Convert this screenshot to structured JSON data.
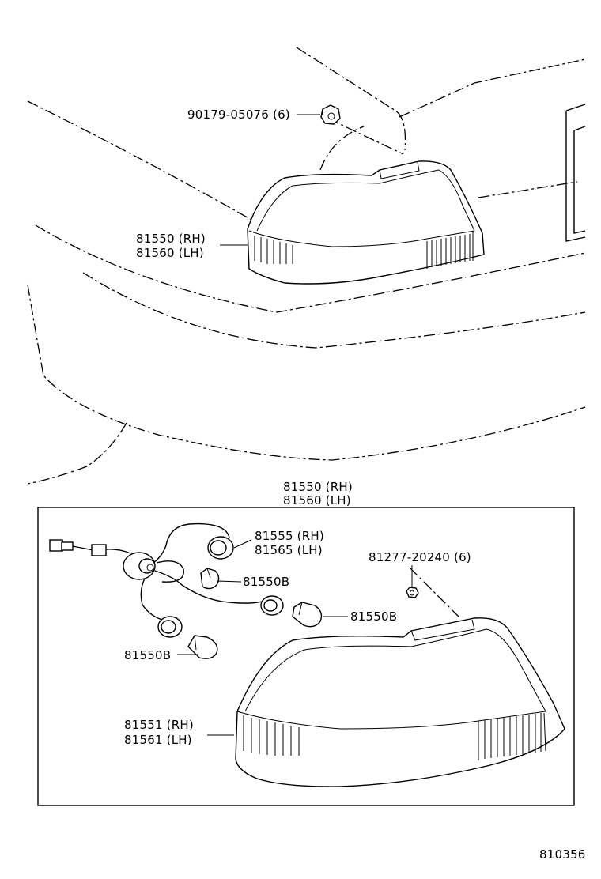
{
  "labels": {
    "nut": "90179-05076 (6)",
    "assy_rh_top": "81550 (RH)",
    "assy_lh_top": "81560 (LH)",
    "box_title_rh": "81550 (RH)",
    "box_title_lh": "81560 (LH)",
    "socket_rh": "81555 (RH)",
    "socket_lh": "81565 (LH)",
    "bulb_a": "81550B",
    "bulb_b": "81550B",
    "bulb_c": "81550B",
    "clip": "81277-20240 (6)",
    "lens_rh": "81551 (RH)",
    "lens_lh": "81561 (LH)",
    "figure_number": "810356"
  },
  "colors": {
    "line": "#000000",
    "background": "#ffffff"
  }
}
